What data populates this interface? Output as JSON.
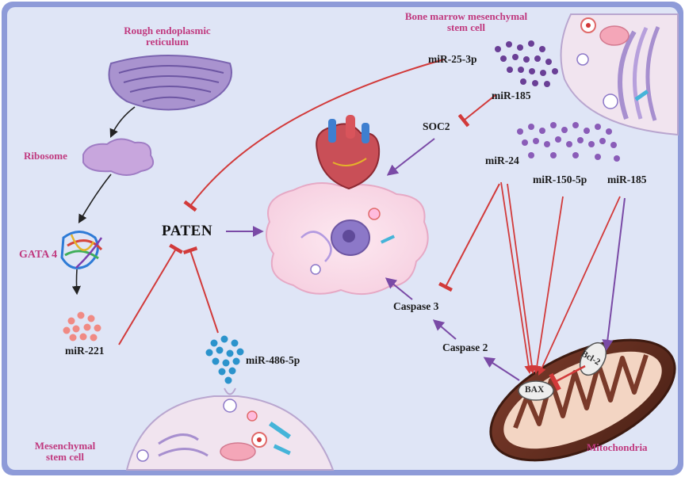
{
  "labels": {
    "rer": "Rough endoplasmic\nreticulum",
    "ribosome": "Ribosome",
    "gata4": "GATA 4",
    "mir221": "miR-221",
    "mir486": "miR-486-5p",
    "msc": "Mesenchymal\nstem cell",
    "paten": "PATEN",
    "bmmsc": "Bone marrow mesenchymal\nstem cell",
    "mir25": "miR-25-3p",
    "mir185a": "miR-185",
    "soc2": "SOC2",
    "mir24": "miR-24",
    "mir150": "miR-150-5p",
    "mir185b": "miR-185",
    "caspase3": "Caspase 3",
    "caspase2": "Caspase 2",
    "bax": "BAX",
    "bcl2": "Bcl-2",
    "mitochondria": "Mitochondria"
  },
  "colors": {
    "background": "#dfe5f6",
    "frame": "#8e9bd8",
    "inhibit": "#d23a3a",
    "activate": "#7a4aa6",
    "label_pink": "#c0397f"
  }
}
